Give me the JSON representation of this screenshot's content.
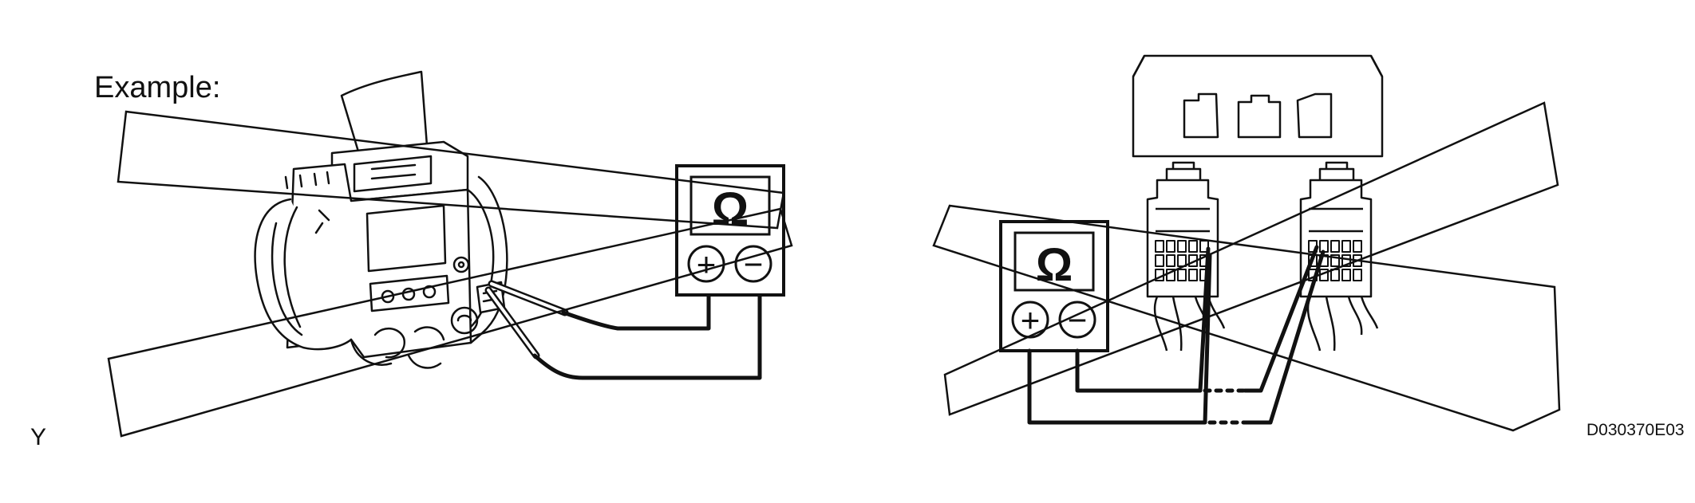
{
  "figure": {
    "heading": "Example:",
    "corner_letter": "Y",
    "figure_code": "D030370E03"
  },
  "meter_left": {
    "symbol": "Ω",
    "plus": "+",
    "minus": "−"
  },
  "meter_right": {
    "symbol": "Ω",
    "plus": "+",
    "minus": "−"
  },
  "colors": {
    "ink": "#111111",
    "background": "#ffffff"
  }
}
